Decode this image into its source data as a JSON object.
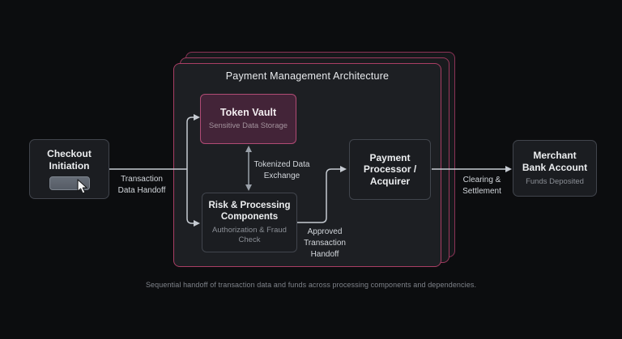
{
  "diagram": {
    "title": "Payment Management Architecture",
    "caption": "Sequential handoff of transaction data and funds across processing components and dependencies.",
    "nodes": {
      "checkout": {
        "title": "Checkout Initiation"
      },
      "token_vault": {
        "title": "Token Vault",
        "subtitle": "Sensitive Data Storage"
      },
      "risk": {
        "title": "Risk & Processing Components",
        "subtitle": "Authorization & Fraud Check"
      },
      "processor": {
        "title": "Payment Processor / Acquirer"
      },
      "merchant": {
        "title": "Merchant Bank Account",
        "subtitle": "Funds Deposited"
      }
    },
    "edges": {
      "transaction_handoff": {
        "label": "Transaction Data Handoff"
      },
      "tokenized_exchange": {
        "label": "Tokenized Data Exchange",
        "bidirectional": true
      },
      "approved_handoff": {
        "label": "Approved Transaction Handoff"
      },
      "clearing_settlement": {
        "label": "Clearing & Settlement"
      }
    },
    "icons": {
      "cursor": "mouse-pointer-icon"
    },
    "colors": {
      "background": "#0c0d0f",
      "accent_pink": "#a93e64",
      "token_vault_fill": "#432438",
      "token_vault_border": "#b04b74",
      "node_fill": "#1b1d21",
      "node_border": "#41454d",
      "connector": "#c6cbd2",
      "connector_dim": "#99a0a9",
      "text_primary": "#eceef0",
      "text_secondary": "#8b8f96"
    }
  }
}
